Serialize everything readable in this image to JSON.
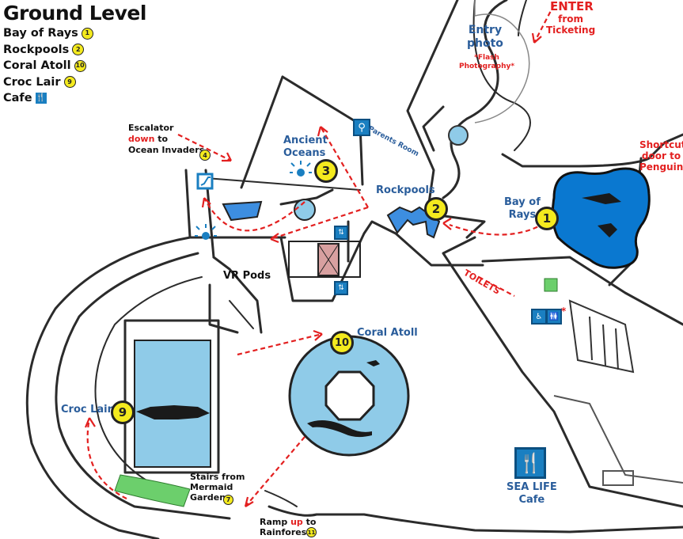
{
  "legend": {
    "title": "Ground Level",
    "items": [
      {
        "label": "Bay of Rays",
        "num": "1"
      },
      {
        "label": "Rockpools",
        "num": "2"
      },
      {
        "label": "Coral Atoll",
        "num": "10"
      },
      {
        "label": "Croc Lair",
        "num": "9"
      },
      {
        "label": "Cafe",
        "icon": "cutlery-icon"
      }
    ]
  },
  "labels": {
    "entry_photo": [
      "Entry",
      "photo"
    ],
    "flash": [
      "*Flash",
      "Photography*"
    ],
    "enter": "ENTER",
    "enter_sub": [
      "from",
      "Ticketing"
    ],
    "shortcut": [
      "Shortcut",
      "door to",
      "Penguins"
    ],
    "escalator": [
      "Escalator"
    ],
    "escalator_down": "down",
    "escalator_to": "to",
    "ocean_invaders": "Ocean Invaders",
    "ancient_oceans": [
      "Ancient",
      "Oceans"
    ],
    "parents_room": "Parents Room",
    "rockpools": "Rockpools",
    "bay_of_rays": [
      "Bay of",
      "Rays"
    ],
    "vr_pods": "VR Pods",
    "toilets": "TOILETS",
    "coral_atoll": "Coral Atoll",
    "croc_lair": "Croc Lair",
    "stairs": [
      "Stairs from",
      "Mermaid",
      "Garden"
    ],
    "ramp_ramp": "Ramp",
    "ramp_up": "up",
    "ramp_to": "to",
    "rainforest": "Rainforest",
    "cafe": [
      "SEA LIFE",
      "Cafe"
    ],
    "asterisk": "*"
  },
  "badges": {
    "b1": "1",
    "b2": "2",
    "b3": "3",
    "b4": "4",
    "b7": "7",
    "b9": "9",
    "b10": "10",
    "b11": "11"
  },
  "colors": {
    "pool": "#8fcbe8",
    "deep": "#0a78d0",
    "badge": "#f4ea1e",
    "route": "#e32020",
    "label_blue": "#2a5d9b",
    "green": "#6ccf6c"
  }
}
